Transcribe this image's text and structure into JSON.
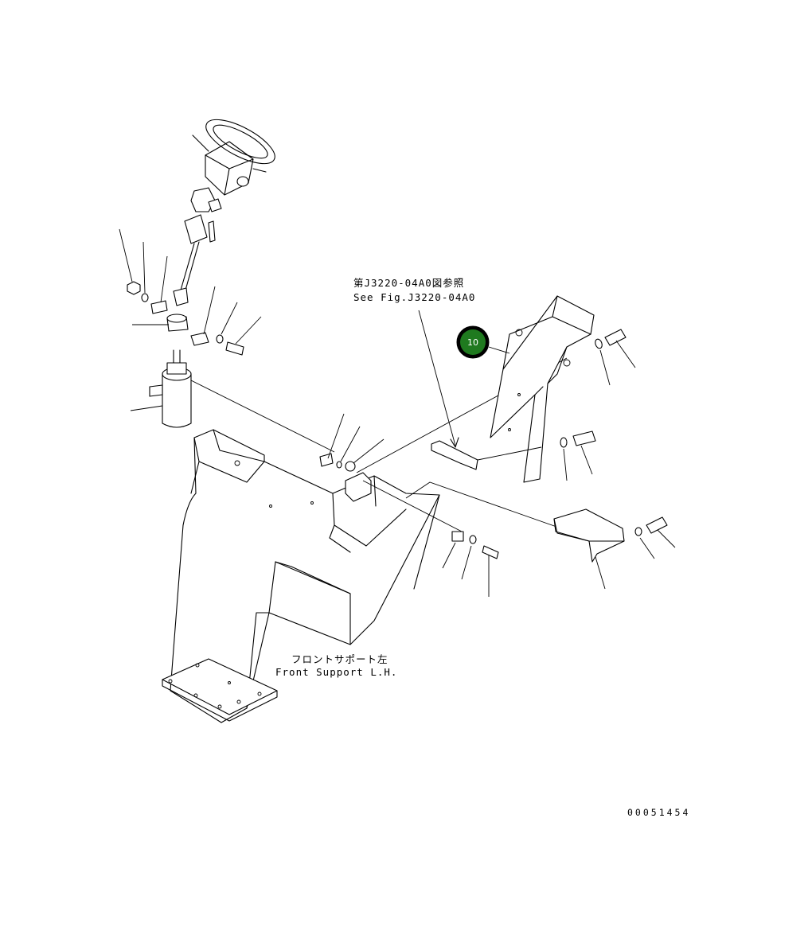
{
  "labels": {
    "reference_jp": "第J3220-04A0図参照",
    "reference_en": "See Fig.J3220-04A0",
    "support_jp": "フロントサポート左",
    "support_en": "Front Support L.H."
  },
  "callout": {
    "number": "10",
    "color": "#1f7a1f"
  },
  "document_number": "00051454"
}
